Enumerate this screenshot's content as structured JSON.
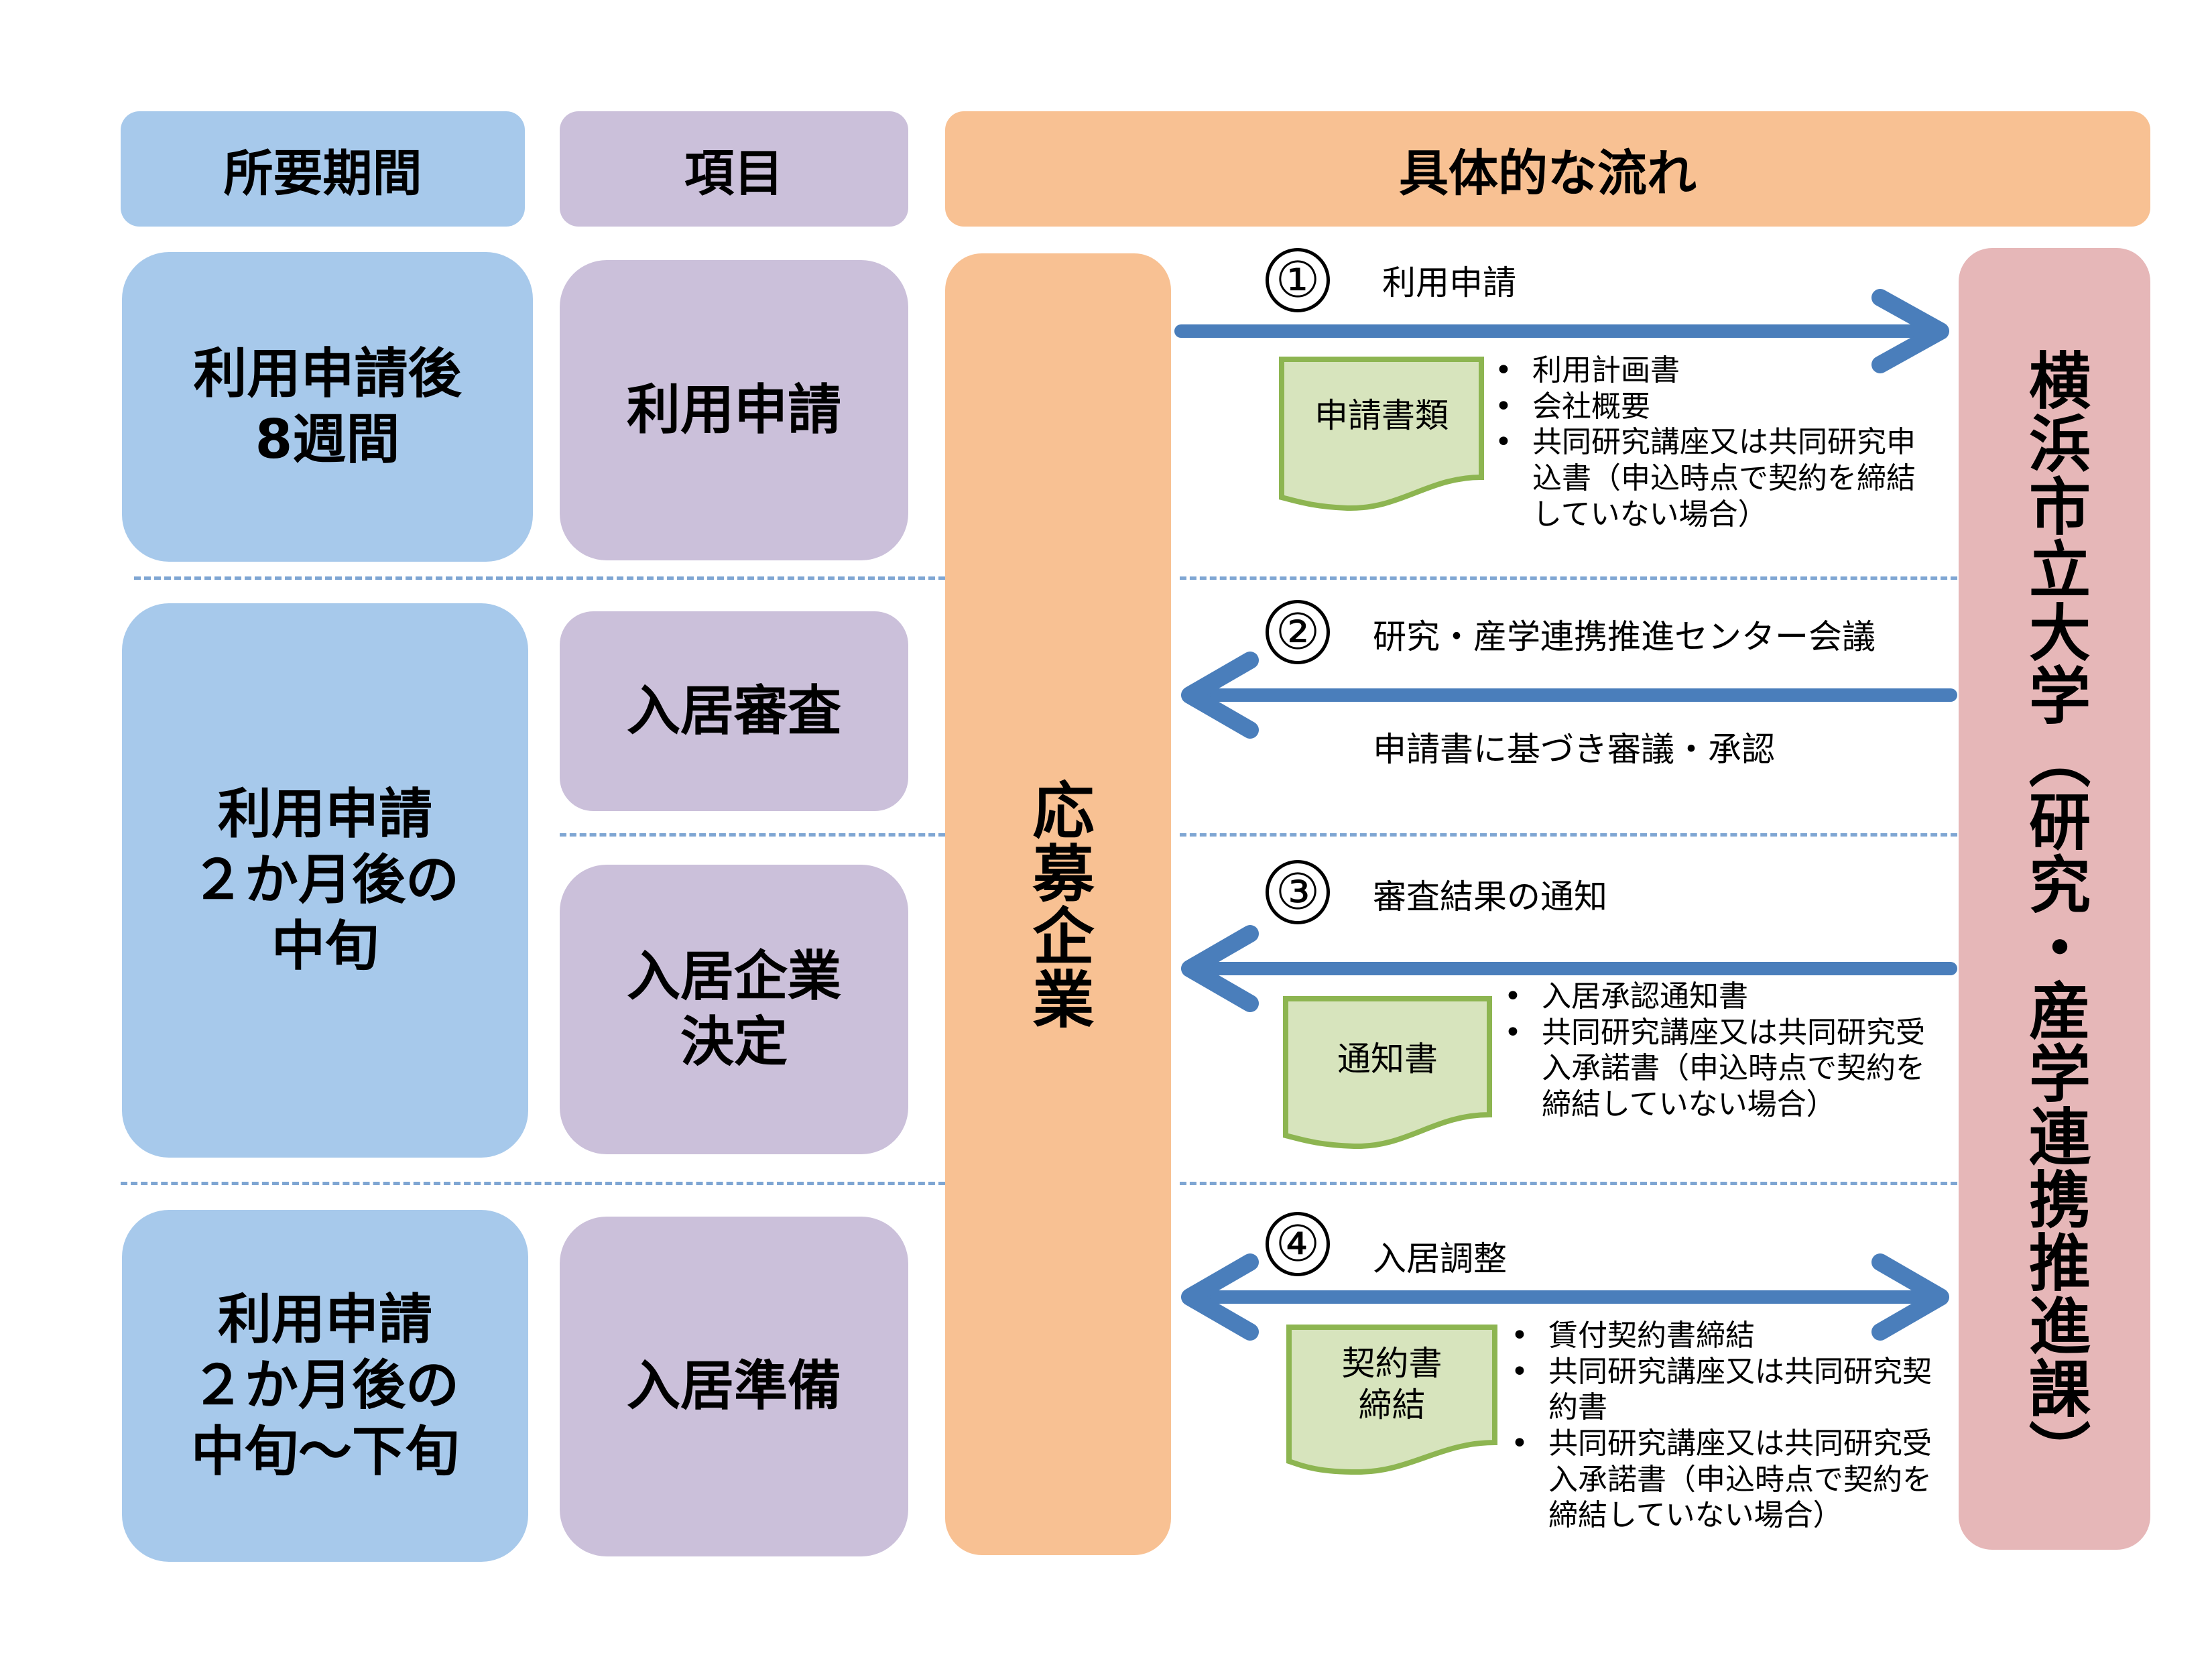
{
  "headers": {
    "period": "所要期間",
    "item": "項目",
    "flow": "具体的な流れ"
  },
  "periods": [
    "利用申請後\n8週間",
    "利用申請\n２か月後の\n中旬",
    "利用申請\n２か月後の\n中旬～下旬"
  ],
  "items": [
    "利用申請",
    "入居審査",
    "入居企業\n決定",
    "入居準備"
  ],
  "applicant": "応募企業",
  "university": "横浜市立大学（研究・産学連携推進課）",
  "colors": {
    "period_fill": "#a7c9eb",
    "item_fill": "#cbc0da",
    "applicant_fill": "#f8c193",
    "university_fill": "#e6b7b8",
    "arrow": "#4a7ebb",
    "document_fill": "#d7e4bd",
    "document_border": "#8db551",
    "divider": "#7fa6d3"
  },
  "steps": [
    {
      "number": "①",
      "title": "利用申請",
      "direction": "to-university",
      "document": "申請書類",
      "bullets": [
        "利用計画書",
        "会社概要",
        "共同研究講座又は共同研究申込書（申込時点で契約を締結していない場合）"
      ]
    },
    {
      "number": "②",
      "title": "研究・産学連携推進センター会議",
      "direction": "to-applicant",
      "note": "申請書に基づき審議・承認"
    },
    {
      "number": "③",
      "title": "審査結果の通知",
      "direction": "to-applicant",
      "document": "通知書",
      "bullets": [
        "入居承認通知書",
        "共同研究講座又は共同研究受入承諾書（申込時点で契約を締結していない場合）"
      ]
    },
    {
      "number": "④",
      "title": "入居調整",
      "direction": "both",
      "document": "契約書\n締結",
      "bullets": [
        "賃付契約書締結",
        "共同研究講座又は共同研究契約書",
        "共同研究講座又は共同研究受入承諾書（申込時点で契約を締結していない場合）"
      ]
    }
  ]
}
